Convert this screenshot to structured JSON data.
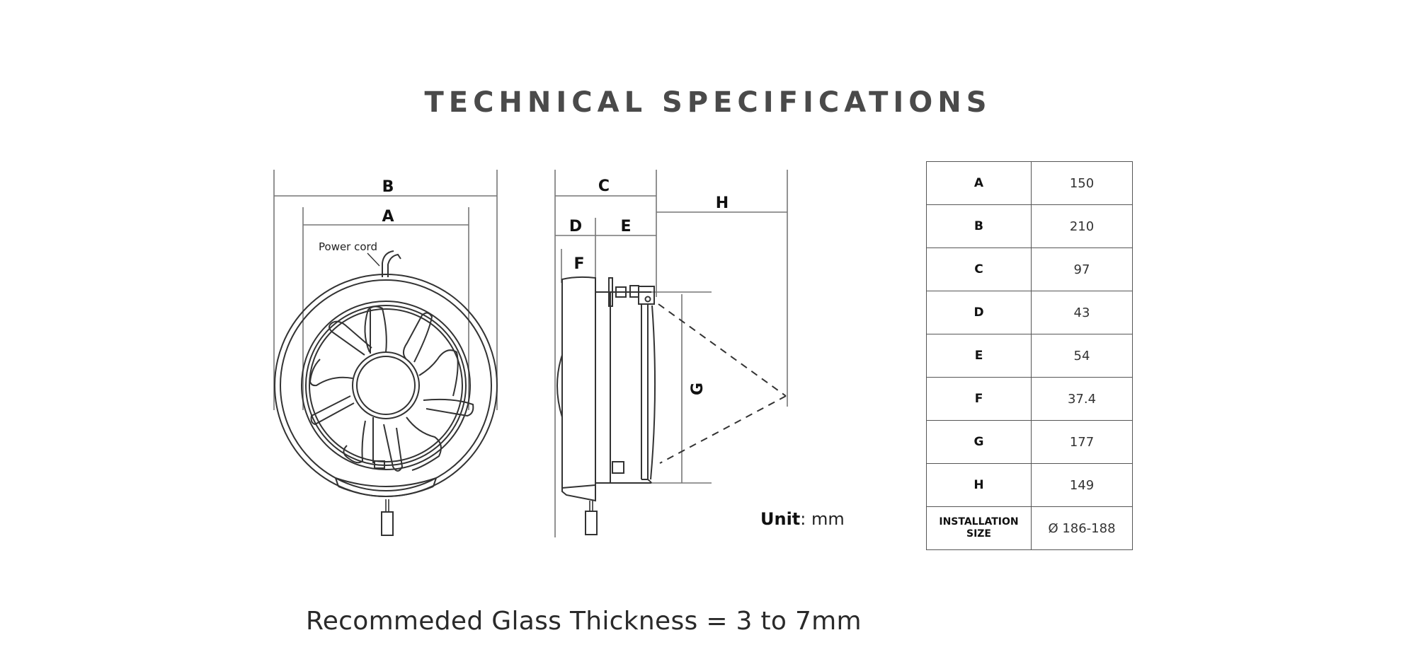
{
  "header": {
    "title": "TECHNICAL SPECIFICATIONS"
  },
  "front_view": {
    "dimension_labels": {
      "outer": "B",
      "inner": "A"
    },
    "callout": "Power cord"
  },
  "side_view": {
    "dimension_labels": {
      "total_depth": "C",
      "front_depth": "D",
      "rear_depth": "E",
      "front_face": "F",
      "opening": "H",
      "height": "G"
    }
  },
  "unit": {
    "label": "Unit",
    "value": ": mm"
  },
  "spec_table": {
    "rows": [
      {
        "key": "A",
        "value": "150"
      },
      {
        "key": "B",
        "value": "210"
      },
      {
        "key": "C",
        "value": "97"
      },
      {
        "key": "D",
        "value": "43"
      },
      {
        "key": "E",
        "value": "54"
      },
      {
        "key": "F",
        "value": "37.4"
      },
      {
        "key": "G",
        "value": "177"
      },
      {
        "key": "H",
        "value": "149"
      }
    ],
    "installation": {
      "key_line1": "INSTALLATION",
      "key_line2": "SIZE",
      "value": "Ø 186-188"
    }
  },
  "footer": {
    "note": "Recommeded Glass Thickness = 3 to 7mm"
  },
  "colors": {
    "title": "#4a4a4a",
    "line": "#333333",
    "dim_line": "#777777",
    "background": "#ffffff"
  }
}
